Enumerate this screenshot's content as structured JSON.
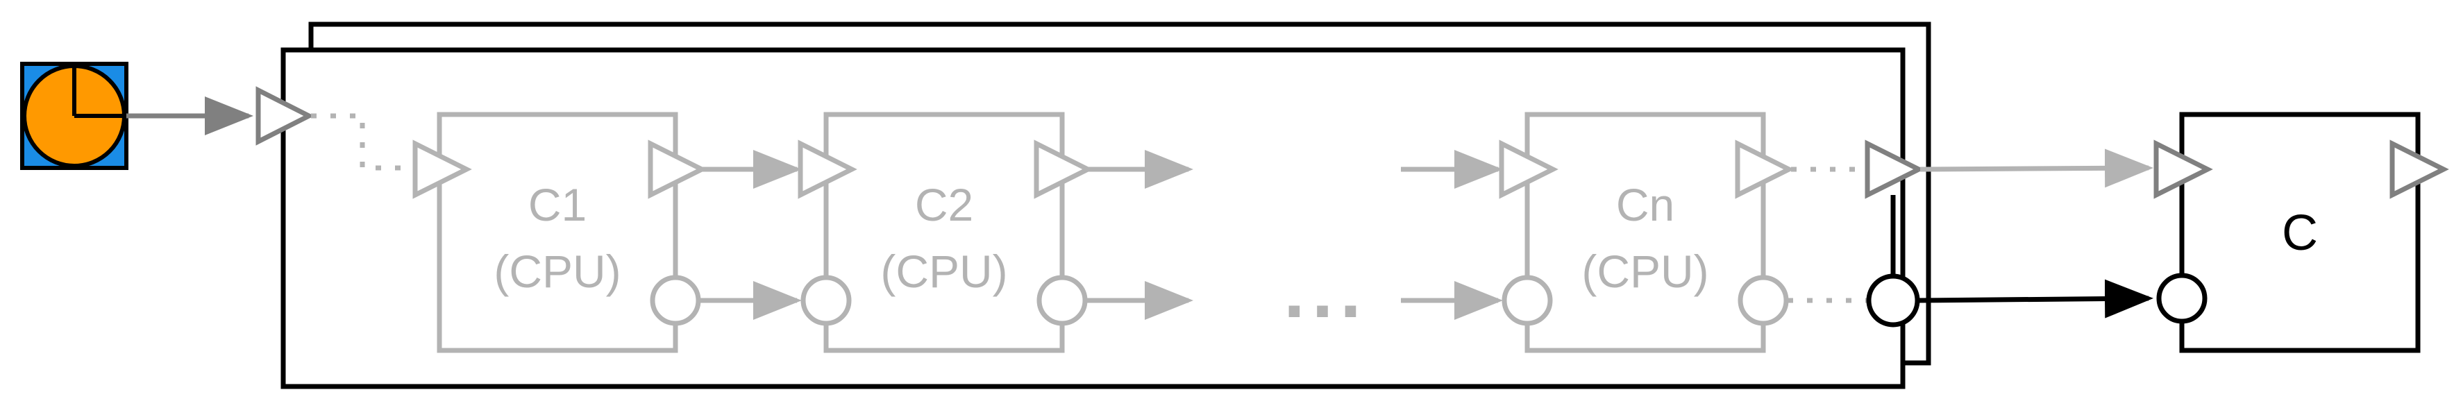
{
  "colors": {
    "background": "#ffffff",
    "active": "#000000",
    "inactive": "#b3b3b3",
    "port_gray": "#808080",
    "clock_orange": "#ff9900",
    "clock_blue": "#1a8ce6"
  },
  "source": {
    "icon": "clock-source-icon"
  },
  "outer_composite": {
    "label": "",
    "inner_cores": [
      {
        "name": "C1",
        "type": "(CPU)"
      },
      {
        "name": "C2",
        "type": "(CPU)"
      },
      {
        "name": "Cn",
        "type": "(CPU)"
      }
    ],
    "ellipsis": "..."
  },
  "target": {
    "name": "C"
  }
}
